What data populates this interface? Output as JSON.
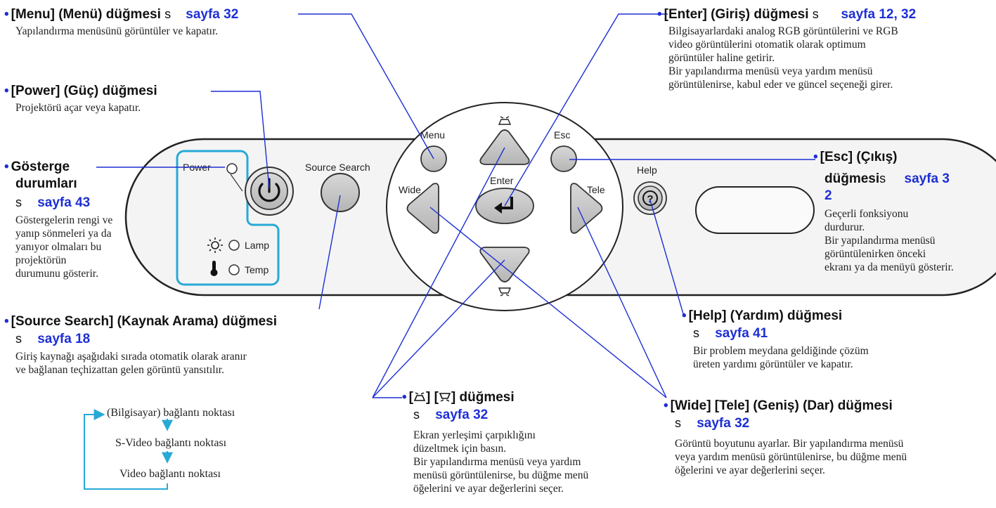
{
  "colors": {
    "accent": "#1d2fd4",
    "highlight": "#27a9d6",
    "panel_fill": "#f4f4f4",
    "button_fill": "#c8c8c8"
  },
  "panel": {
    "labels": {
      "power": "Power",
      "source_search": "Source Search",
      "menu": "Menu",
      "esc": "Esc",
      "enter": "Enter",
      "wide": "Wide",
      "tele": "Tele",
      "help": "Help",
      "lamp": "Lamp",
      "temp": "Temp"
    },
    "icons": [
      "power-icon",
      "enter-icon",
      "help-icon",
      "lamp-icon",
      "thermometer-icon",
      "keystone-up-icon",
      "keystone-down-icon"
    ]
  },
  "callouts": {
    "menu": {
      "title": "[Menu] (Menü) düğmesi",
      "s": "s",
      "ref": "sayfa 32",
      "desc": [
        "Yapılandırma menüsünü görüntüler ve kapatır."
      ]
    },
    "power": {
      "title": "[Power] (Güç) düğmesi",
      "desc": [
        "Projektörü açar veya kapatır."
      ]
    },
    "indicator": {
      "title_line1": "Gösterge",
      "title_line2": "durumları",
      "s": "s",
      "ref": "sayfa 43",
      "desc": [
        "Göstergelerin rengi ve",
        "yanıp sönmeleri ya da",
        "yanıyor olmaları bu",
        "projektörün",
        "durumunu gösterir."
      ]
    },
    "source_search": {
      "title": "[Source Search] (Kaynak Arama) düğmesi",
      "s": "s",
      "ref": "sayfa 18",
      "desc": [
        "Giriş kaynağı aşağıdaki sırada otomatik olarak aranır",
        "ve bağlanan teçhizattan gelen görüntü yansıtılır."
      ],
      "flow": [
        "(Bilgisayar) bağlantı noktası",
        "S-Video bağlantı noktası",
        "Video bağlantı noktası"
      ]
    },
    "enter": {
      "title": "[Enter] (Giriş) düğmesi",
      "s": "s",
      "ref": "sayfa 12, 32",
      "desc": [
        "Bilgisayarlardaki analog RGB görüntülerini ve RGB",
        "video görüntülerini otomatik olarak optimum",
        "görüntüler haline getirir.",
        "Bir yapılandırma menüsü veya yardım menüsü",
        "görüntülenirse, kabul eder ve güncel seçeneği girer."
      ]
    },
    "esc": {
      "title_line1": "[Esc] (Çıkış)",
      "title_line2": "düğmesi",
      "s": "s",
      "ref": "sayfa 3",
      "ref_cont": "2",
      "desc": [
        "Geçerli fonksiyonu",
        "durdurur.",
        "Bir yapılandırma menüsü",
        "görüntülenirken önceki",
        "ekranı ya da menüyü gösterir."
      ]
    },
    "help": {
      "title": "[Help] (Yardım) düğmesi",
      "s": "s",
      "ref": "sayfa 41",
      "desc": [
        "Bir problem meydana geldiğinde çözüm",
        "üreten yardımı görüntüler ve kapatır."
      ]
    },
    "keystone": {
      "title_a": "[",
      "title_b": "] [",
      "title_c": "] düğmesi",
      "s": "s",
      "ref": "sayfa 32",
      "desc": [
        "Ekran yerleşimi çarpıklığını",
        "düzeltmek için basın.",
        "Bir yapılandırma menüsü veya yardım",
        "menüsü görüntülenirse, bu düğme menü",
        "öğelerini ve ayar değerlerini seçer."
      ]
    },
    "wide_tele": {
      "title": "[Wide] [Tele] (Geniş) (Dar) düğmesi",
      "s": "s",
      "ref": "sayfa 32",
      "desc": [
        "Görüntü boyutunu ayarlar. Bir yapılandırma menüsü",
        "veya yardım menüsü görüntülenirse, bu düğme menü",
        "öğelerini ve ayar değerlerini seçer."
      ]
    }
  }
}
